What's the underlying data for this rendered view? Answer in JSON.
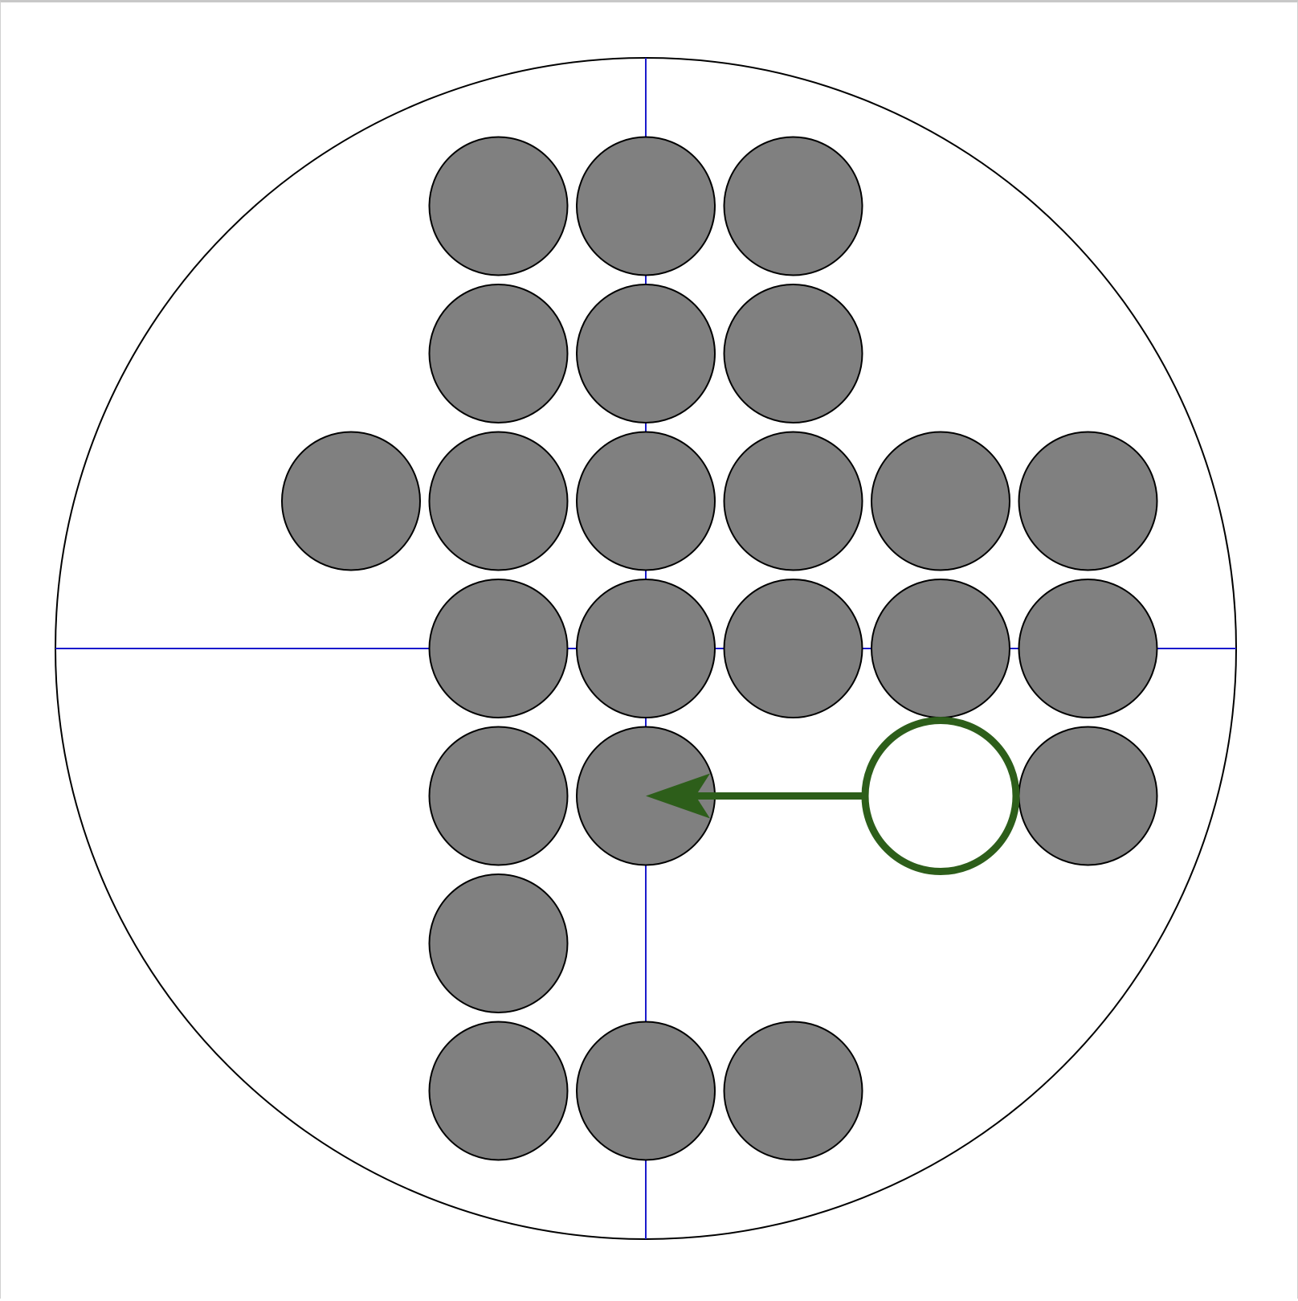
{
  "game": {
    "name": "peg-solitaire",
    "board_shape": "circle",
    "grid_size": 7,
    "center_cell": [
      3,
      3
    ],
    "colors": {
      "background": "#ffffff",
      "board_outline": "#000000",
      "axis": "#1a1acc",
      "peg_fill": "#808080",
      "peg_stroke": "#000000",
      "move": "#2d5e1a",
      "empty_fill": "#ffffff"
    },
    "pegs": [
      [
        2,
        0
      ],
      [
        3,
        0
      ],
      [
        4,
        0
      ],
      [
        2,
        1
      ],
      [
        3,
        1
      ],
      [
        4,
        1
      ],
      [
        1,
        2
      ],
      [
        2,
        2
      ],
      [
        3,
        2
      ],
      [
        4,
        2
      ],
      [
        5,
        2
      ],
      [
        6,
        2
      ],
      [
        2,
        3
      ],
      [
        3,
        3
      ],
      [
        4,
        3
      ],
      [
        5,
        3
      ],
      [
        6,
        3
      ],
      [
        2,
        4
      ],
      [
        3,
        4
      ],
      [
        6,
        4
      ],
      [
        2,
        5
      ],
      [
        2,
        6
      ],
      [
        3,
        6
      ],
      [
        4,
        6
      ]
    ],
    "selected_empty": [
      5,
      4
    ],
    "move": {
      "from": [
        5,
        4
      ],
      "to": [
        3,
        4
      ],
      "direction": "left"
    }
  }
}
